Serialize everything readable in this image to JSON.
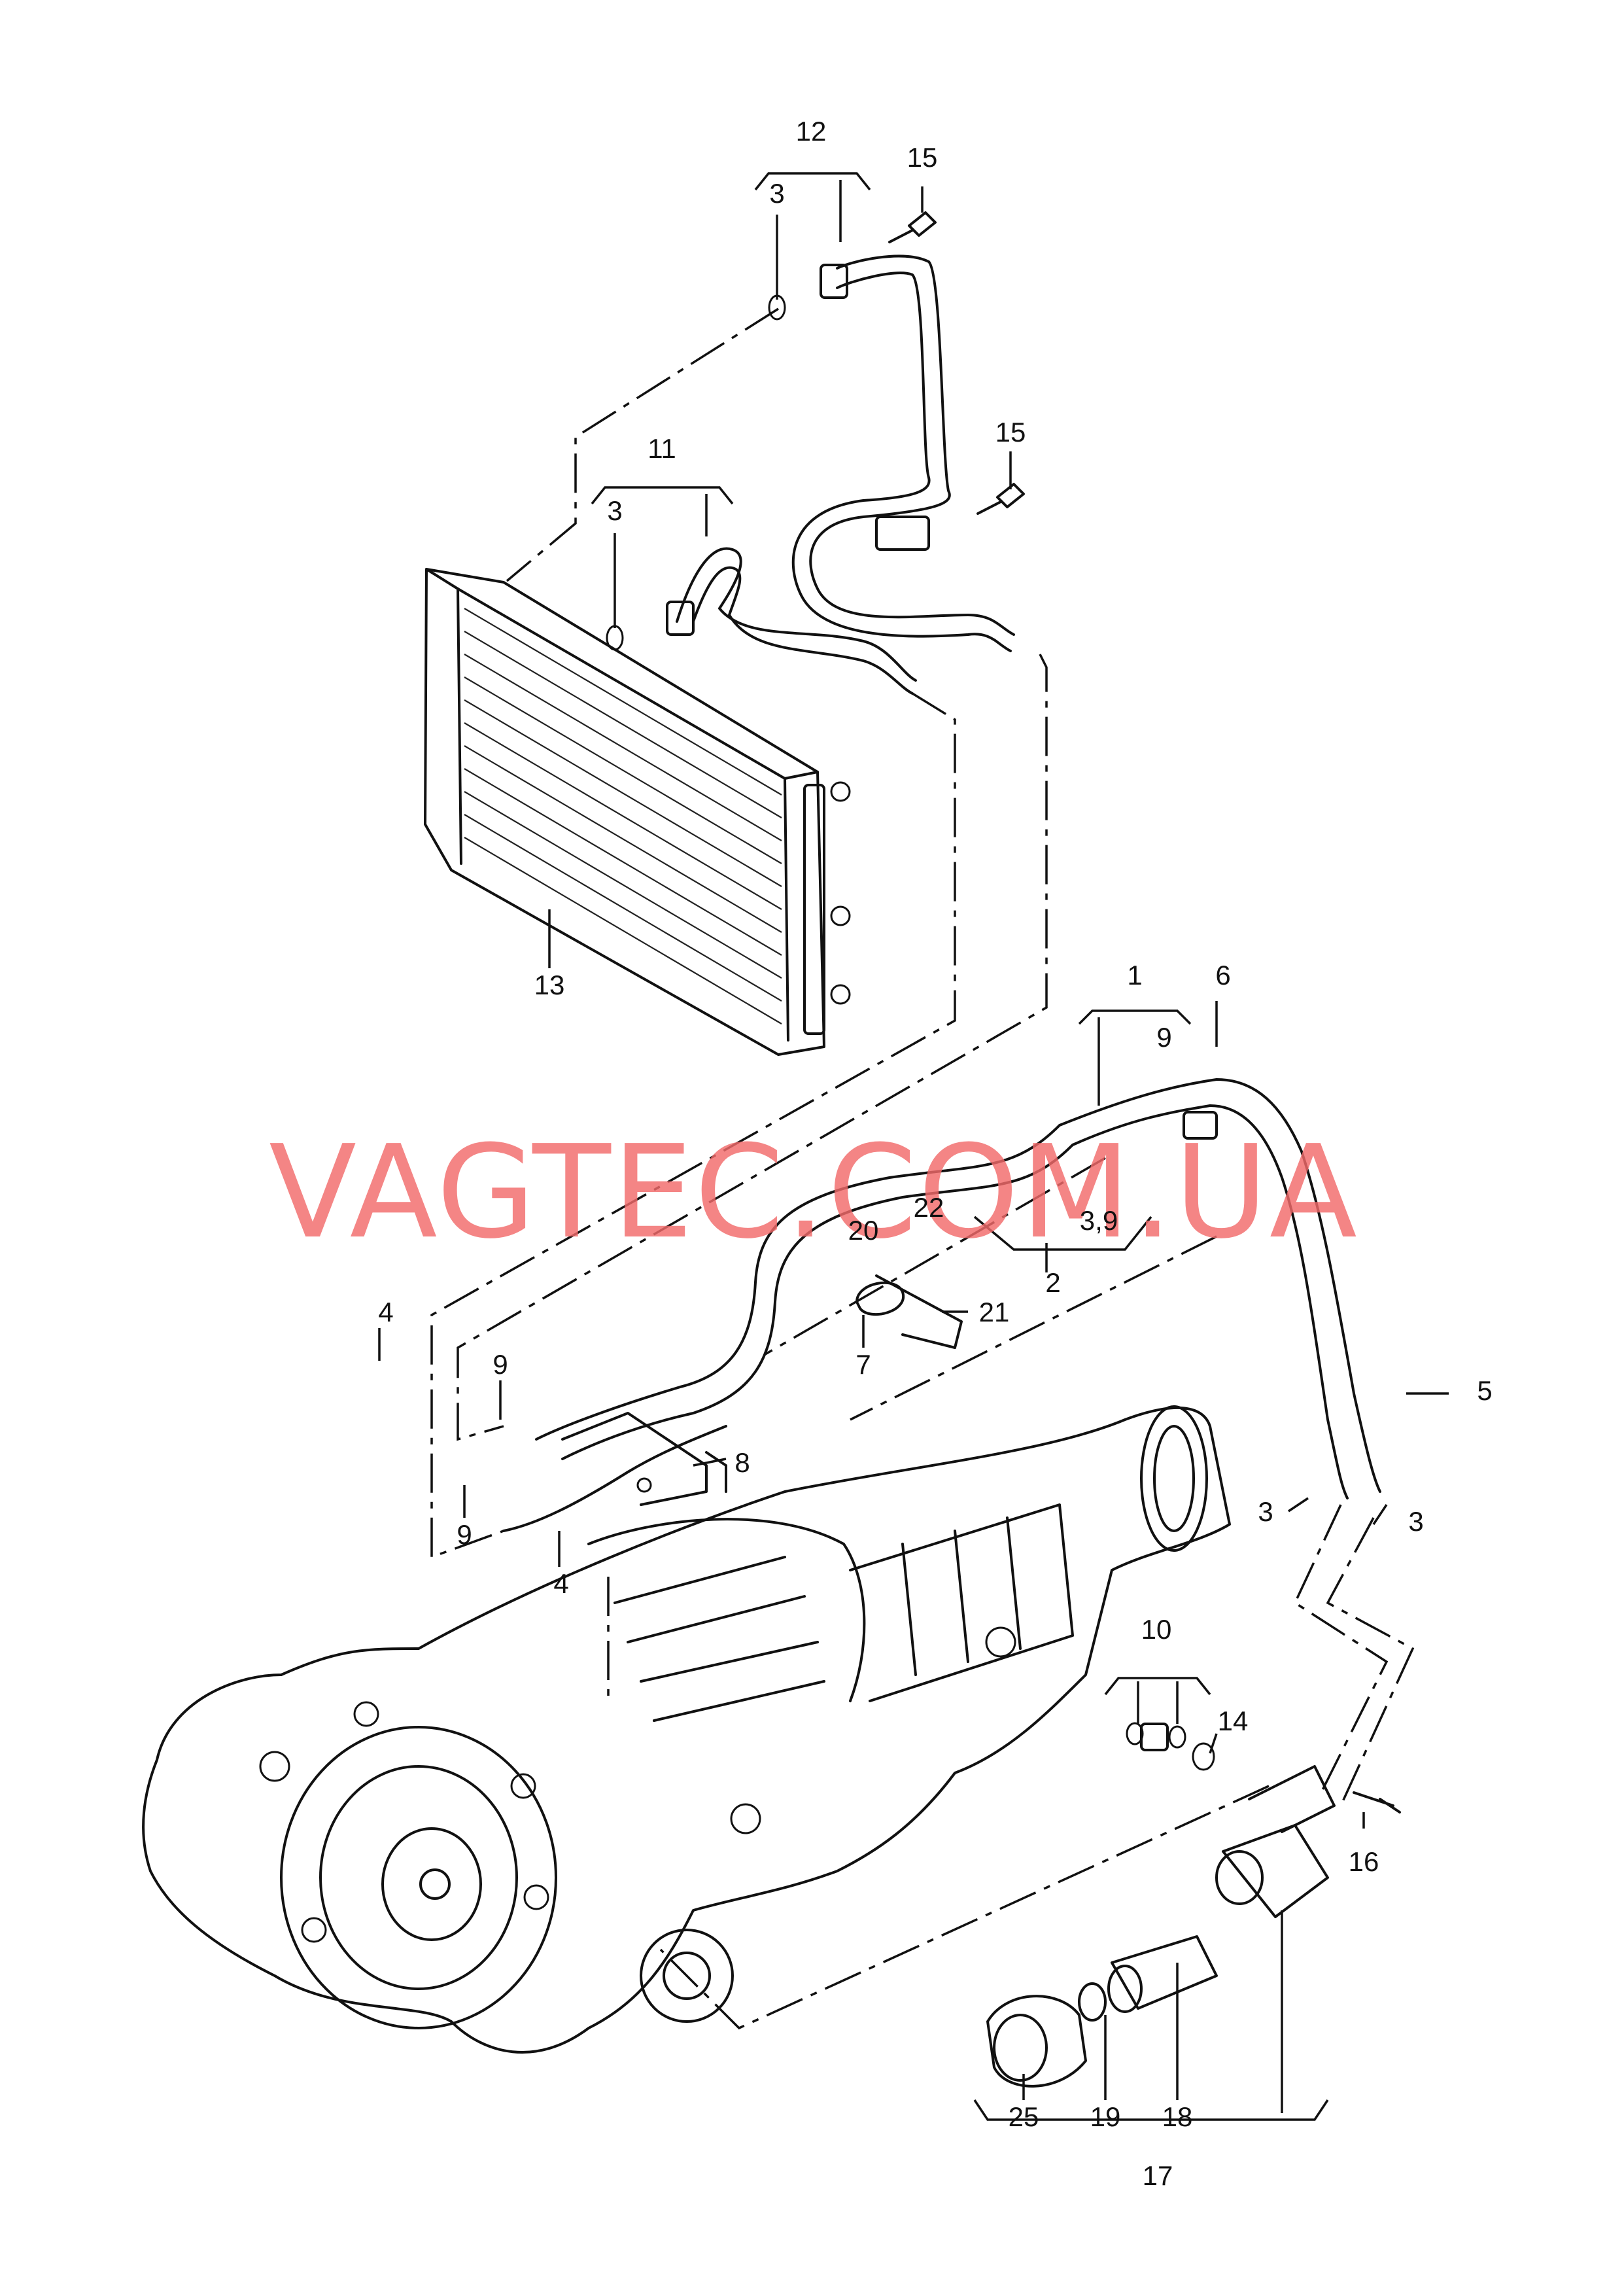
{
  "watermark": "VAGTEC.COM.UA",
  "callouts": {
    "c12": "12",
    "c15a": "15",
    "c3a": "3",
    "c11": "11",
    "c15b": "15",
    "c3b": "3",
    "c13": "13",
    "c1": "1",
    "c6": "6",
    "c9a": "9",
    "c22": "22",
    "c39": "3,9",
    "c20": "20",
    "c2": "2",
    "c21": "21",
    "c7": "7",
    "c4a": "4",
    "c9b": "9",
    "c5": "5",
    "c8": "8",
    "c3c": "3",
    "c3d": "3",
    "c9c": "9",
    "c4b": "4",
    "c10": "10",
    "c14": "14",
    "c16": "16",
    "c25": "25",
    "c19": "19",
    "c18": "18",
    "c17": "17"
  }
}
